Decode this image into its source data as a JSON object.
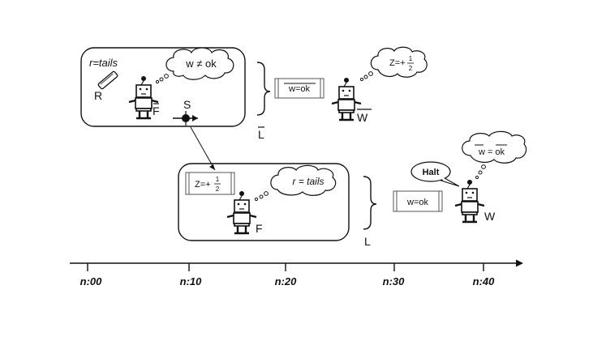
{
  "lab_top": {
    "r_label": "r=tails",
    "coin_label": "R",
    "robot_label": "F",
    "thought": "w ≠ ok",
    "spin_label": "S"
  },
  "lab_top_outer": {
    "brace_label": "L",
    "box_text": "w=ok",
    "robot_label": "W",
    "thought_prefix": "Z=+",
    "frac_num": "1",
    "frac_den": "2"
  },
  "lab_bottom": {
    "box_prefix": "Z=+",
    "frac_num": "1",
    "frac_den": "2",
    "thought": "r = tails",
    "robot_label": "F"
  },
  "lab_bottom_outer": {
    "brace_label": "L",
    "box_text": "w=ok",
    "robot_label": "W",
    "speech": "Halt",
    "thought": "w = ok"
  },
  "timeline": {
    "ticks": [
      "n:00",
      "n:10",
      "n:20",
      "n:30",
      "n:40"
    ]
  }
}
